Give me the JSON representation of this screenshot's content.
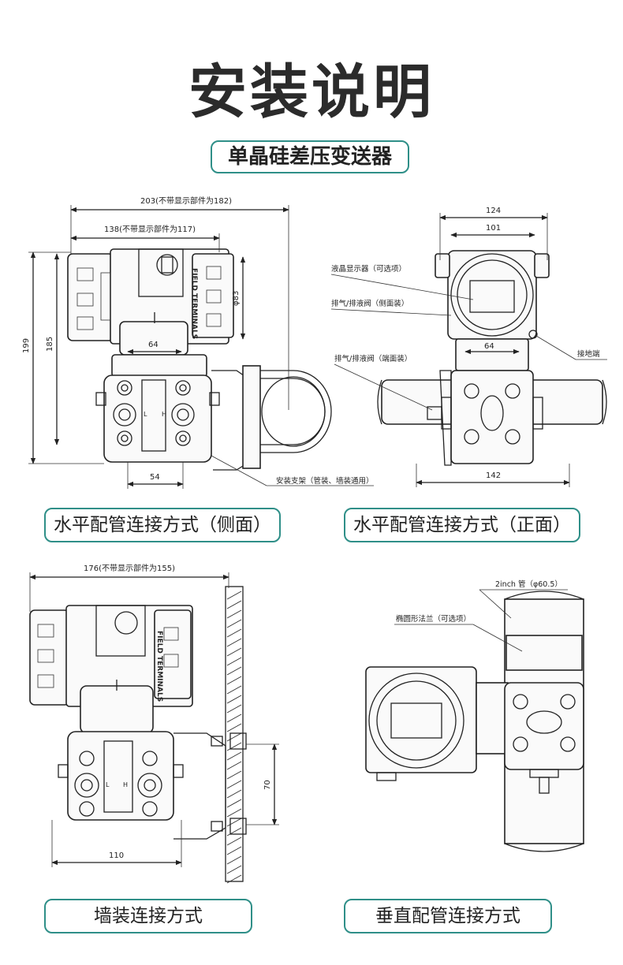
{
  "header": {
    "title": "安装说明",
    "subtitle": "单晶硅差压变送器"
  },
  "captions": {
    "side": "水平配管连接方式（侧面）",
    "front": "水平配管连接方式（正面）",
    "wall": "墙装连接方式",
    "vertical": "垂直配管连接方式"
  },
  "annotations": {
    "side_dim_203": "203(不带显示部件为182)",
    "side_dim_138": "138(不带显示部件为117)",
    "side_dim_199": "199",
    "side_dim_185": "185",
    "side_dim_83": "φ83",
    "side_dim_64": "64",
    "side_dim_54": "54",
    "side_bracket": "安装支架（管装、墙装通用）",
    "front_dim_124": "124",
    "front_dim_101": "101",
    "front_dim_64": "64",
    "front_dim_142": "142",
    "front_lcd": "液晶显示器（可选项）",
    "front_vent_side": "排气/排液阀（侧面装）",
    "front_vent_end": "排气/排液阀（端面装）",
    "front_ground": "接地端",
    "wall_dim_176": "176(不带显示部件为155)",
    "wall_dim_70": "70",
    "wall_dim_110": "110",
    "vert_pipe": "2inch 管（φ60.5）",
    "vert_flange": "椭圆形法兰（可选项）",
    "brand": "FIELD TERMINALS",
    "port_l": "L",
    "port_h": "H"
  }
}
